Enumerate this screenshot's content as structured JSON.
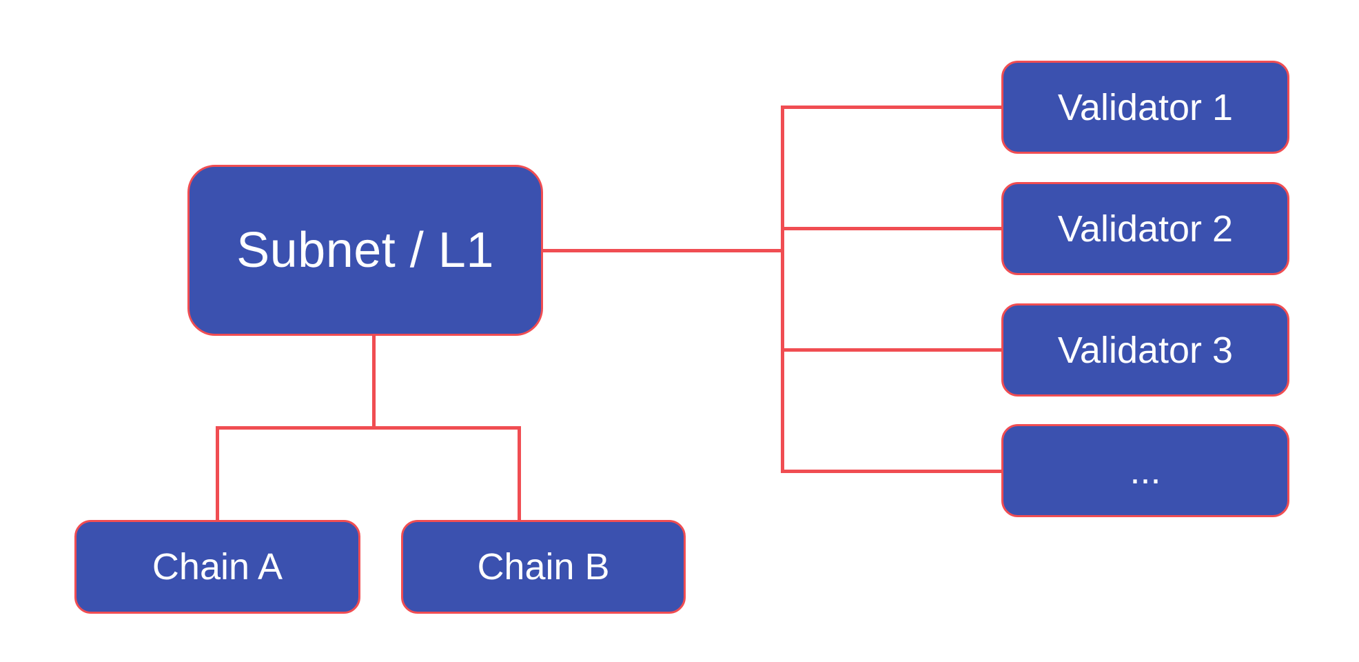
{
  "diagram": {
    "subnet": {
      "label": "Subnet / L1"
    },
    "chains": [
      {
        "label": "Chain A"
      },
      {
        "label": "Chain B"
      }
    ],
    "validators": [
      {
        "label": "Validator 1"
      },
      {
        "label": "Validator 2"
      },
      {
        "label": "Validator 3"
      },
      {
        "label": "..."
      }
    ]
  },
  "colors": {
    "background": "#FFFFFF",
    "node-fill": "#3B51AF",
    "node-border": "#F04D52",
    "connector": "#F04D52",
    "label-text": "#FFFFFF"
  }
}
